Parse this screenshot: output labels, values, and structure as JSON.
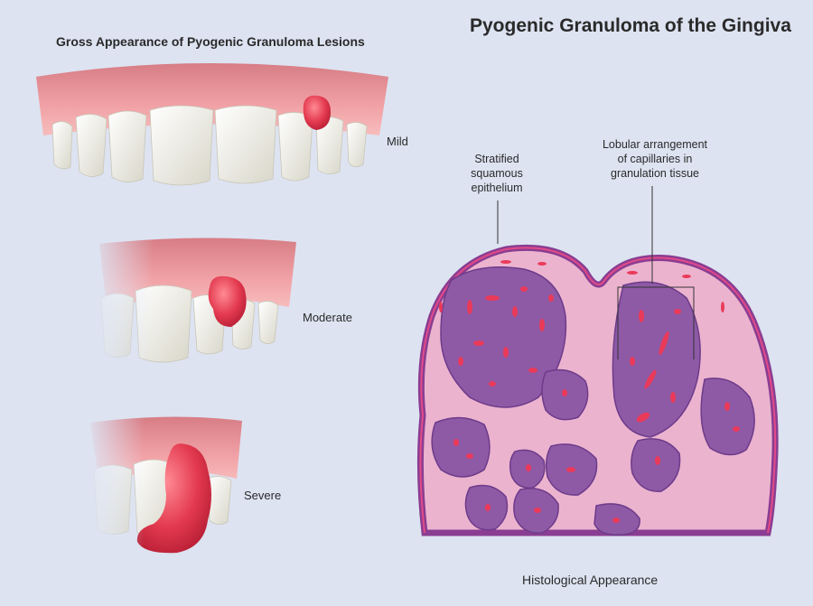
{
  "title": "Pyogenic Granuloma of the Gingiva",
  "gross": {
    "title": "Gross Appearance of Pyogenic Granuloma Lesions",
    "stages": [
      {
        "label": "Mild"
      },
      {
        "label": "Moderate"
      },
      {
        "label": "Severe"
      }
    ]
  },
  "histology": {
    "title": "Histological Appearance",
    "callouts": [
      {
        "lines": [
          "Stratified",
          "squamous",
          "epithelium"
        ]
      },
      {
        "lines": [
          "Lobular arrangement",
          "of capillaries in",
          "granulation tissue"
        ]
      }
    ]
  },
  "colors": {
    "background": "#dde3f1",
    "gum": "#ef9a9a",
    "lesion": "#e53950",
    "tooth": "#f7f5ee",
    "epithelium": "#8a3d92",
    "lamina": "#ecb3cf",
    "lobule": "#8e5aa6",
    "capillary": "#ea3a5a"
  }
}
